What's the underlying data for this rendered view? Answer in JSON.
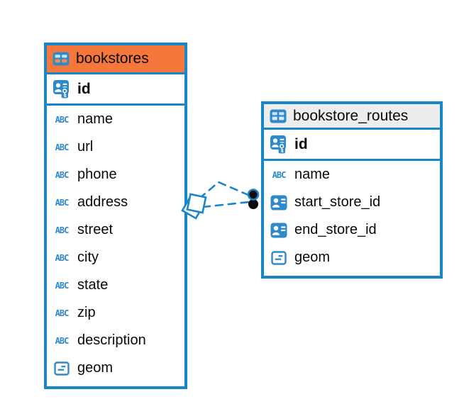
{
  "diagram": {
    "background": "#ffffff",
    "kind": "entity-relationship"
  },
  "colors": {
    "accent_blue": "#1787c9",
    "icon_blue": "#2e8ac9",
    "bookstores_header": "#f5773c",
    "routes_header": "#ededed",
    "text": "#0a0a0a",
    "relationship_dot": "#0b0b0b"
  },
  "icons": {
    "text_type_label": "ABC"
  },
  "tables": [
    {
      "name": "bookstores",
      "header_style": "orange",
      "primary_key": {
        "name": "id",
        "type": "primary-key"
      },
      "columns": [
        {
          "name": "name",
          "type": "text"
        },
        {
          "name": "url",
          "type": "text"
        },
        {
          "name": "phone",
          "type": "text"
        },
        {
          "name": "address",
          "type": "text"
        },
        {
          "name": "street",
          "type": "text"
        },
        {
          "name": "city",
          "type": "text"
        },
        {
          "name": "state",
          "type": "text"
        },
        {
          "name": "zip",
          "type": "text"
        },
        {
          "name": "description",
          "type": "text"
        },
        {
          "name": "geom",
          "type": "geometry"
        }
      ]
    },
    {
      "name": "bookstore_routes",
      "header_style": "gray",
      "primary_key": {
        "name": "id",
        "type": "primary-key"
      },
      "columns": [
        {
          "name": "name",
          "type": "text"
        },
        {
          "name": "start_store_id",
          "type": "reference"
        },
        {
          "name": "end_store_id",
          "type": "reference"
        },
        {
          "name": "geom",
          "type": "geometry"
        }
      ]
    }
  ],
  "relationships": {
    "between": [
      "bookstores",
      "bookstore_routes"
    ],
    "connector_count": 2,
    "line_style": "dashed"
  }
}
